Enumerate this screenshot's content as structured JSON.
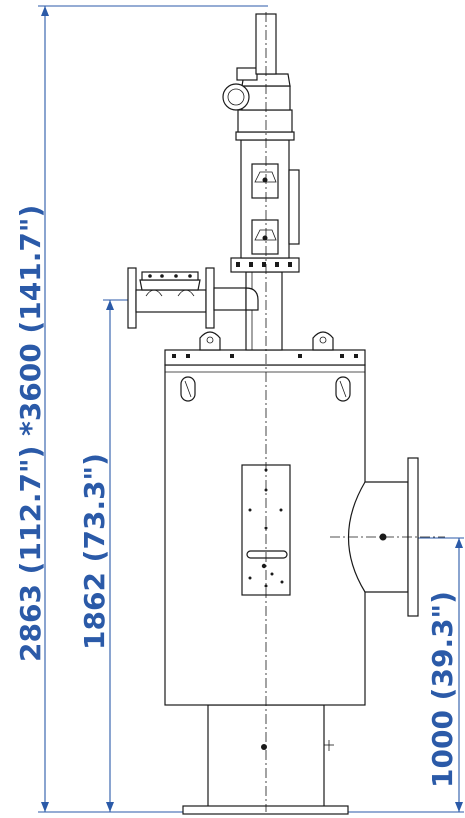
{
  "dimensions": {
    "overall_height": "2863 (112.7\") *3600 (141.7\")",
    "inlet_height": "1862 (73.3\")",
    "outlet_height": "1000 (39.3\")"
  },
  "colors": {
    "dimension_lines": "#2b5aa8",
    "outline": "#1a1a1a"
  }
}
